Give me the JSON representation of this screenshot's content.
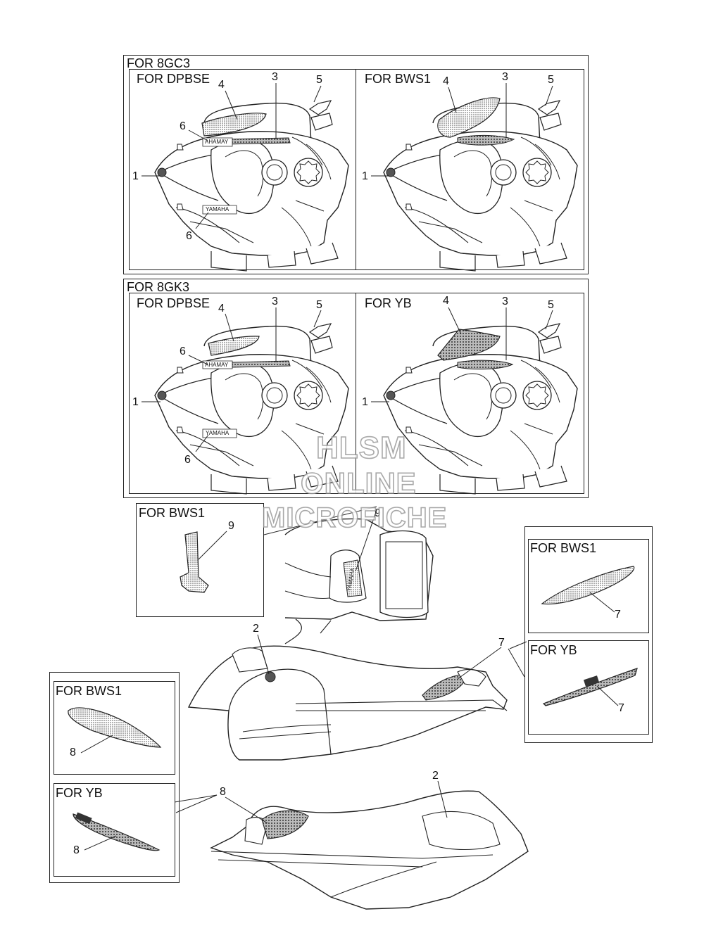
{
  "groups": {
    "g1": "FOR 8GC3",
    "g2": "FOR 8GK3"
  },
  "panels": {
    "p1": "FOR DPBSE",
    "p2": "FOR BWS1",
    "p3": "FOR DPBSE",
    "p4": "FOR YB",
    "p5": "FOR BWS1",
    "p6": "FOR BWS1",
    "p7": "FOR YB",
    "p8": "FOR BWS1",
    "p9": "FOR YB"
  },
  "callouts": {
    "n1": "1",
    "n2": "2",
    "n3": "3",
    "n4": "4",
    "n5": "5",
    "n6": "6",
    "n7": "7",
    "n8": "8",
    "n9": "9"
  },
  "decal_text": {
    "yamaha": "YAMAHA"
  },
  "watermark": {
    "line1": "HLSM",
    "line2": "ONLINE",
    "line3": "MICROFICHE"
  }
}
